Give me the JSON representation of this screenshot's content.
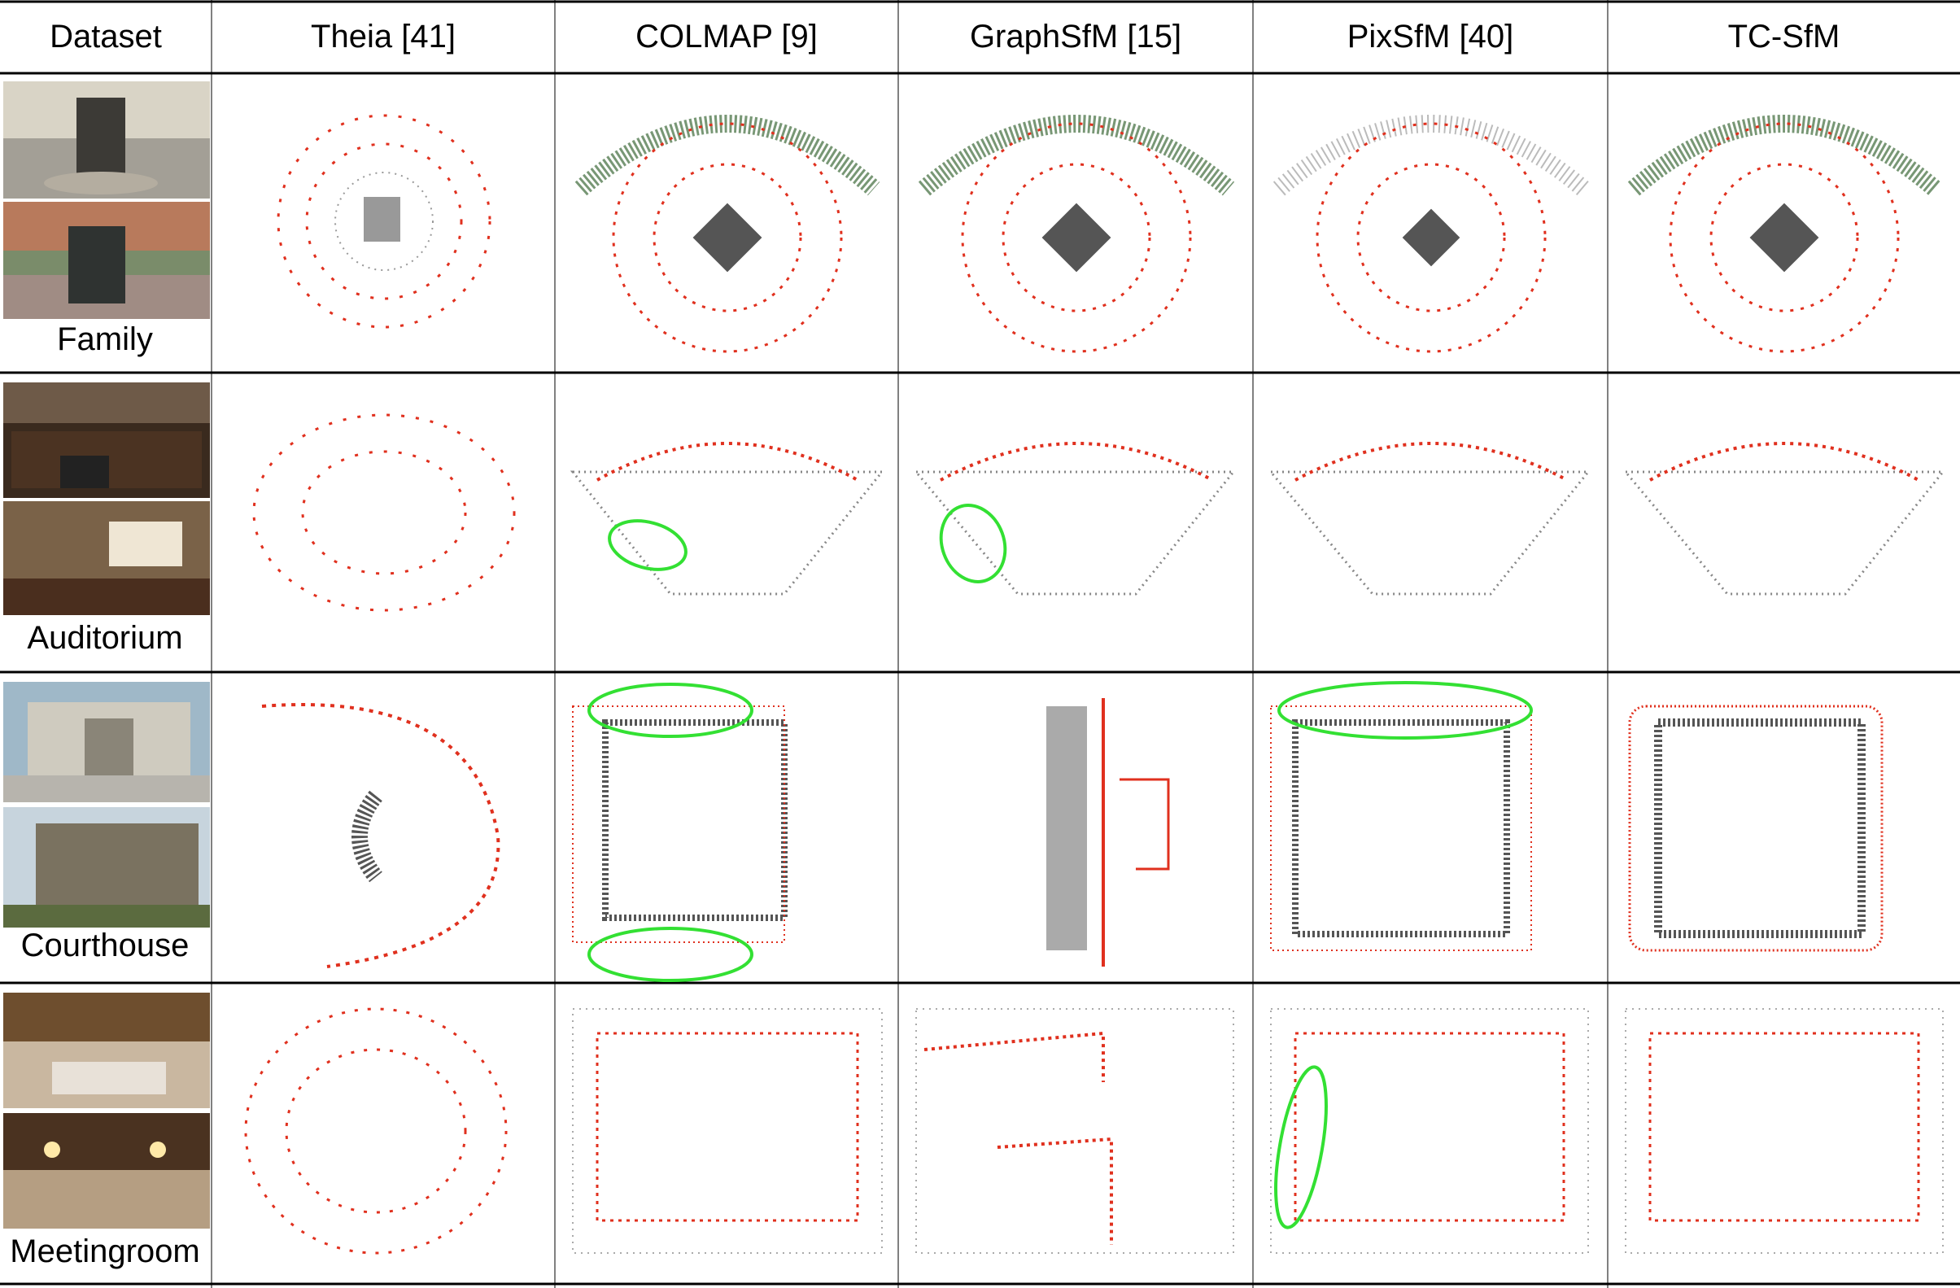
{
  "table": {
    "headers": [
      "Dataset",
      "Theia [41]",
      "COLMAP [9]",
      "GraphSfM [15]",
      "PixSfM [40]",
      "TC-SfM"
    ],
    "rows": [
      {
        "dataset": "Family"
      },
      {
        "dataset": "Auditorium"
      },
      {
        "dataset": "Courthouse"
      },
      {
        "dataset": "Meetingroom"
      }
    ]
  },
  "colors": {
    "camera": "#e0301e",
    "points_dark": "#3a3a3a",
    "points_green": "#3f6b3a",
    "highlight_ellipse": "#33e033",
    "rule": "#000000"
  }
}
